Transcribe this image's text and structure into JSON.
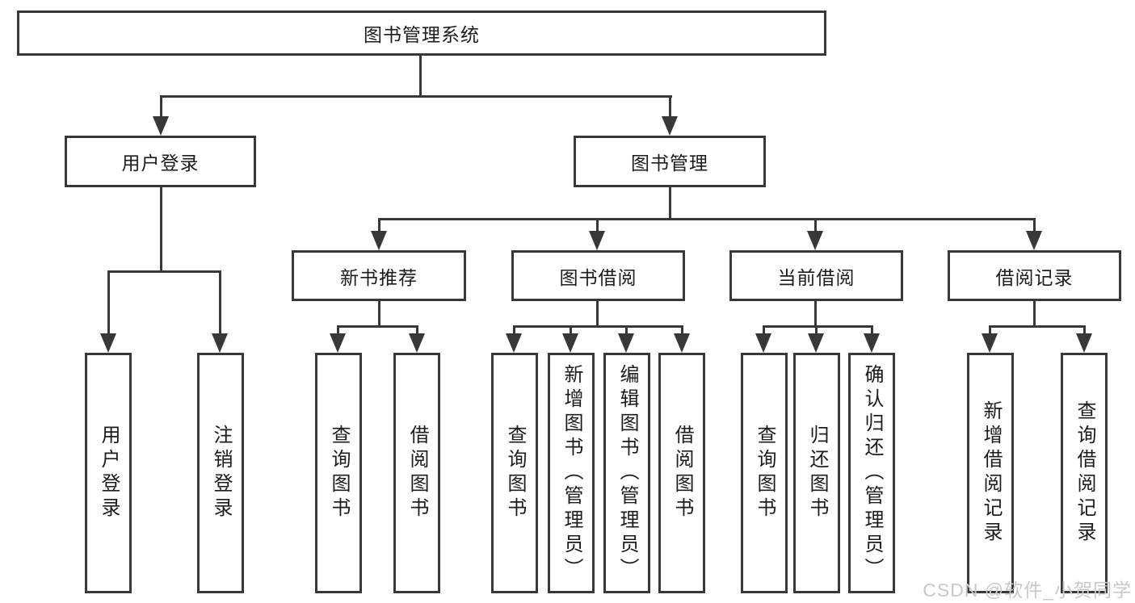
{
  "colors": {
    "line": "#383838",
    "box_border": "#383838",
    "text": "#1c1c1c",
    "background": "#ffffff",
    "watermark": "#c9c9c9"
  },
  "diagram": {
    "root": {
      "label": "图书管理系统"
    },
    "level2": [
      {
        "label": "用户登录"
      },
      {
        "label": "图书管理"
      }
    ],
    "level3": [
      {
        "label": "新书推荐"
      },
      {
        "label": "图书借阅"
      },
      {
        "label": "当前借阅"
      },
      {
        "label": "借阅记录"
      }
    ],
    "leaves": [
      {
        "label": "用户登录"
      },
      {
        "label": "注销登录"
      },
      {
        "label": "查询图书"
      },
      {
        "label": "借阅图书"
      },
      {
        "label": "查询图书"
      },
      {
        "label": "新增图书（管理员）"
      },
      {
        "label": "编辑图书（管理员）"
      },
      {
        "label": "借阅图书"
      },
      {
        "label": "查询图书"
      },
      {
        "label": "归还图书"
      },
      {
        "label": "确认归还（管理员）"
      },
      {
        "label": "新增借阅记录"
      },
      {
        "label": "查询借阅记录"
      }
    ]
  },
  "watermark": {
    "text": "CSDN @软件_小贺同学"
  }
}
